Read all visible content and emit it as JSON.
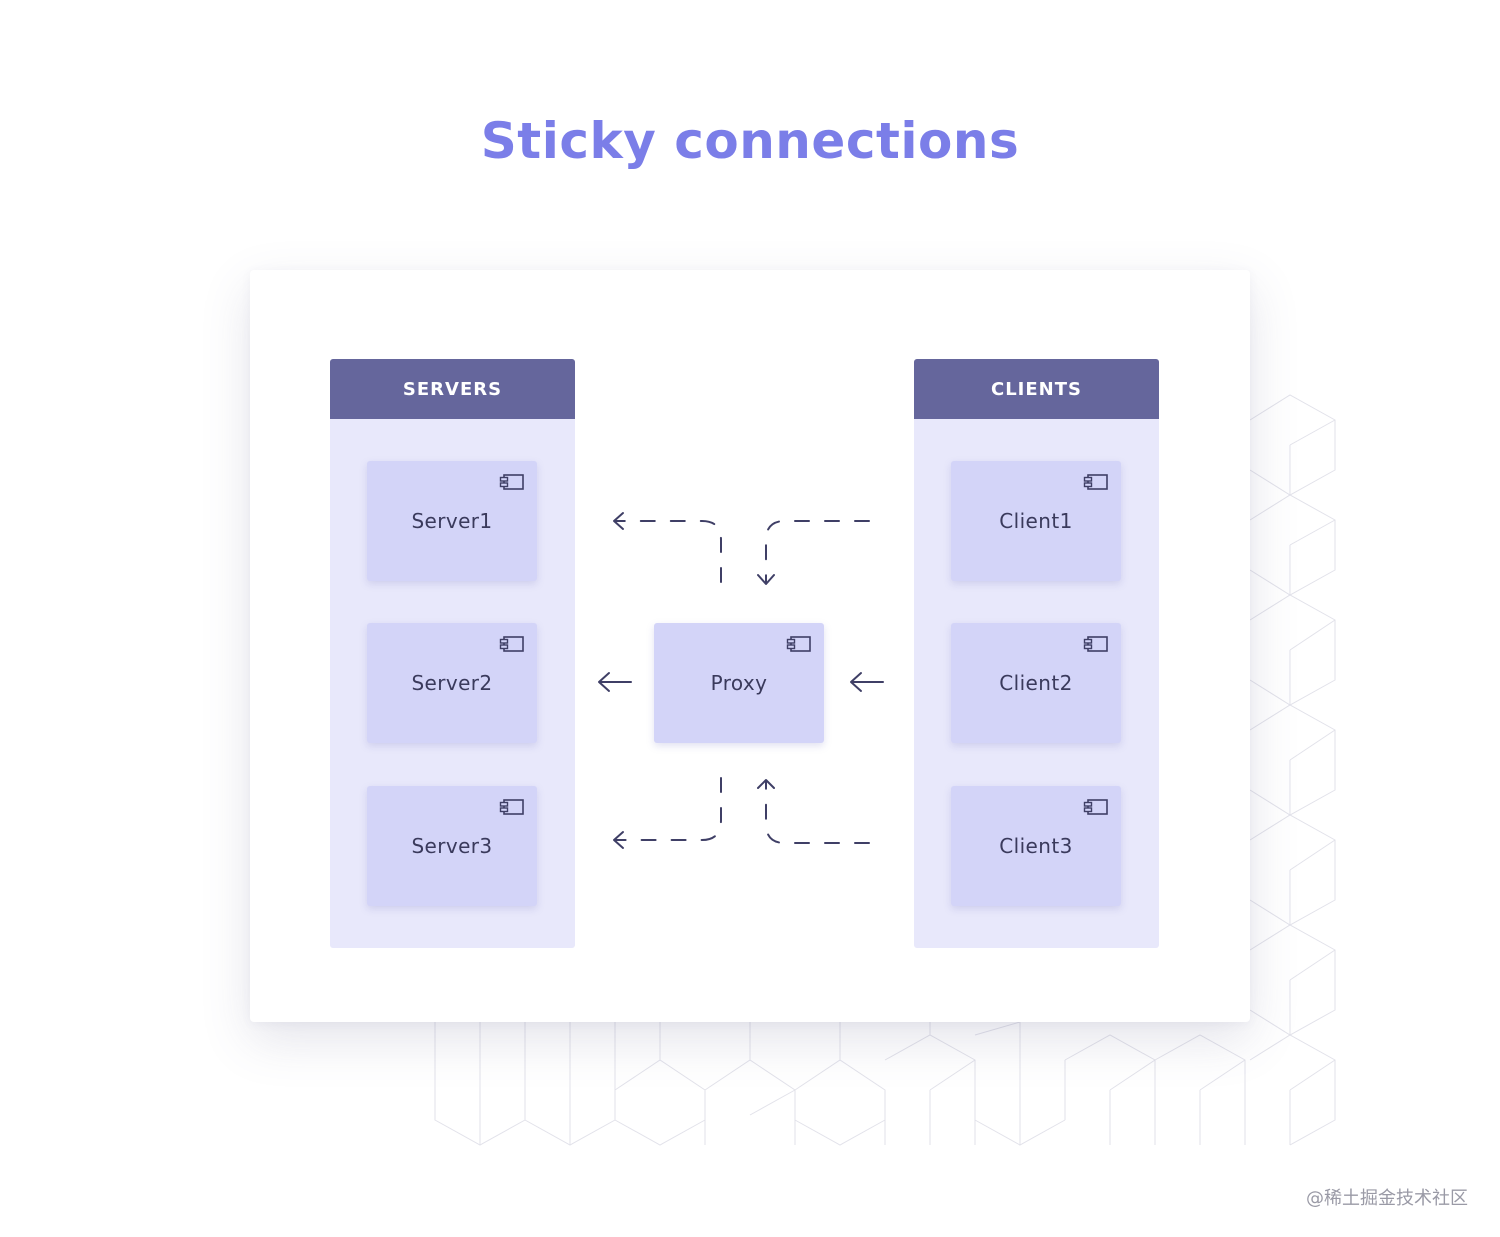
{
  "title": "Sticky connections",
  "servers": {
    "header": "SERVERS",
    "items": [
      {
        "label": "Server1"
      },
      {
        "label": "Server2"
      },
      {
        "label": "Server3"
      }
    ]
  },
  "clients": {
    "header": "CLIENTS",
    "items": [
      {
        "label": "Client1"
      },
      {
        "label": "Client2"
      },
      {
        "label": "Client3"
      }
    ]
  },
  "proxy": {
    "label": "Proxy"
  },
  "icons": {
    "node_icon": "component-icon",
    "arrow_icon": "arrow-left-icon"
  },
  "colors": {
    "title": "#7b7ee8",
    "column_header": "#65669c",
    "column_body": "#e8e8fb",
    "node": "#d3d4f8",
    "text": "#3a3a5c",
    "arrow": "#3f3f66"
  },
  "watermark": "@稀土掘金技术社区"
}
